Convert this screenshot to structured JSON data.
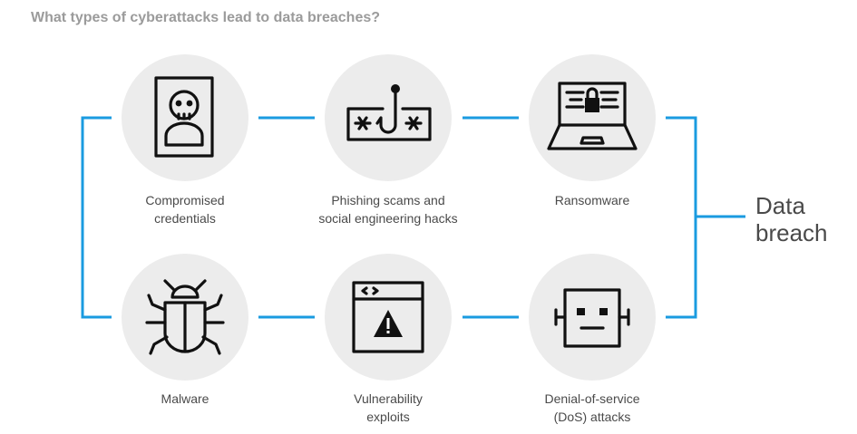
{
  "title": "What types of cyberattacks lead to data breaches?",
  "accent_color": "#1a9be0",
  "nodes": [
    {
      "icon": "id-card-skull-icon",
      "label_lines": [
        "Compromised",
        "credentials"
      ]
    },
    {
      "icon": "phishing-hook-icon",
      "label_lines": [
        "Phishing scams and",
        "social engineering hacks"
      ]
    },
    {
      "icon": "laptop-lock-icon",
      "label_lines": [
        "Ransomware"
      ]
    },
    {
      "icon": "bug-icon",
      "label_lines": [
        "Malware"
      ]
    },
    {
      "icon": "browser-warning-icon",
      "label_lines": [
        "Vulnerability",
        "exploits"
      ]
    },
    {
      "icon": "robot-icon",
      "label_lines": [
        "Denial-of-service",
        "(DoS) attacks"
      ]
    }
  ],
  "result": {
    "lines": [
      "Data",
      "breach"
    ]
  }
}
